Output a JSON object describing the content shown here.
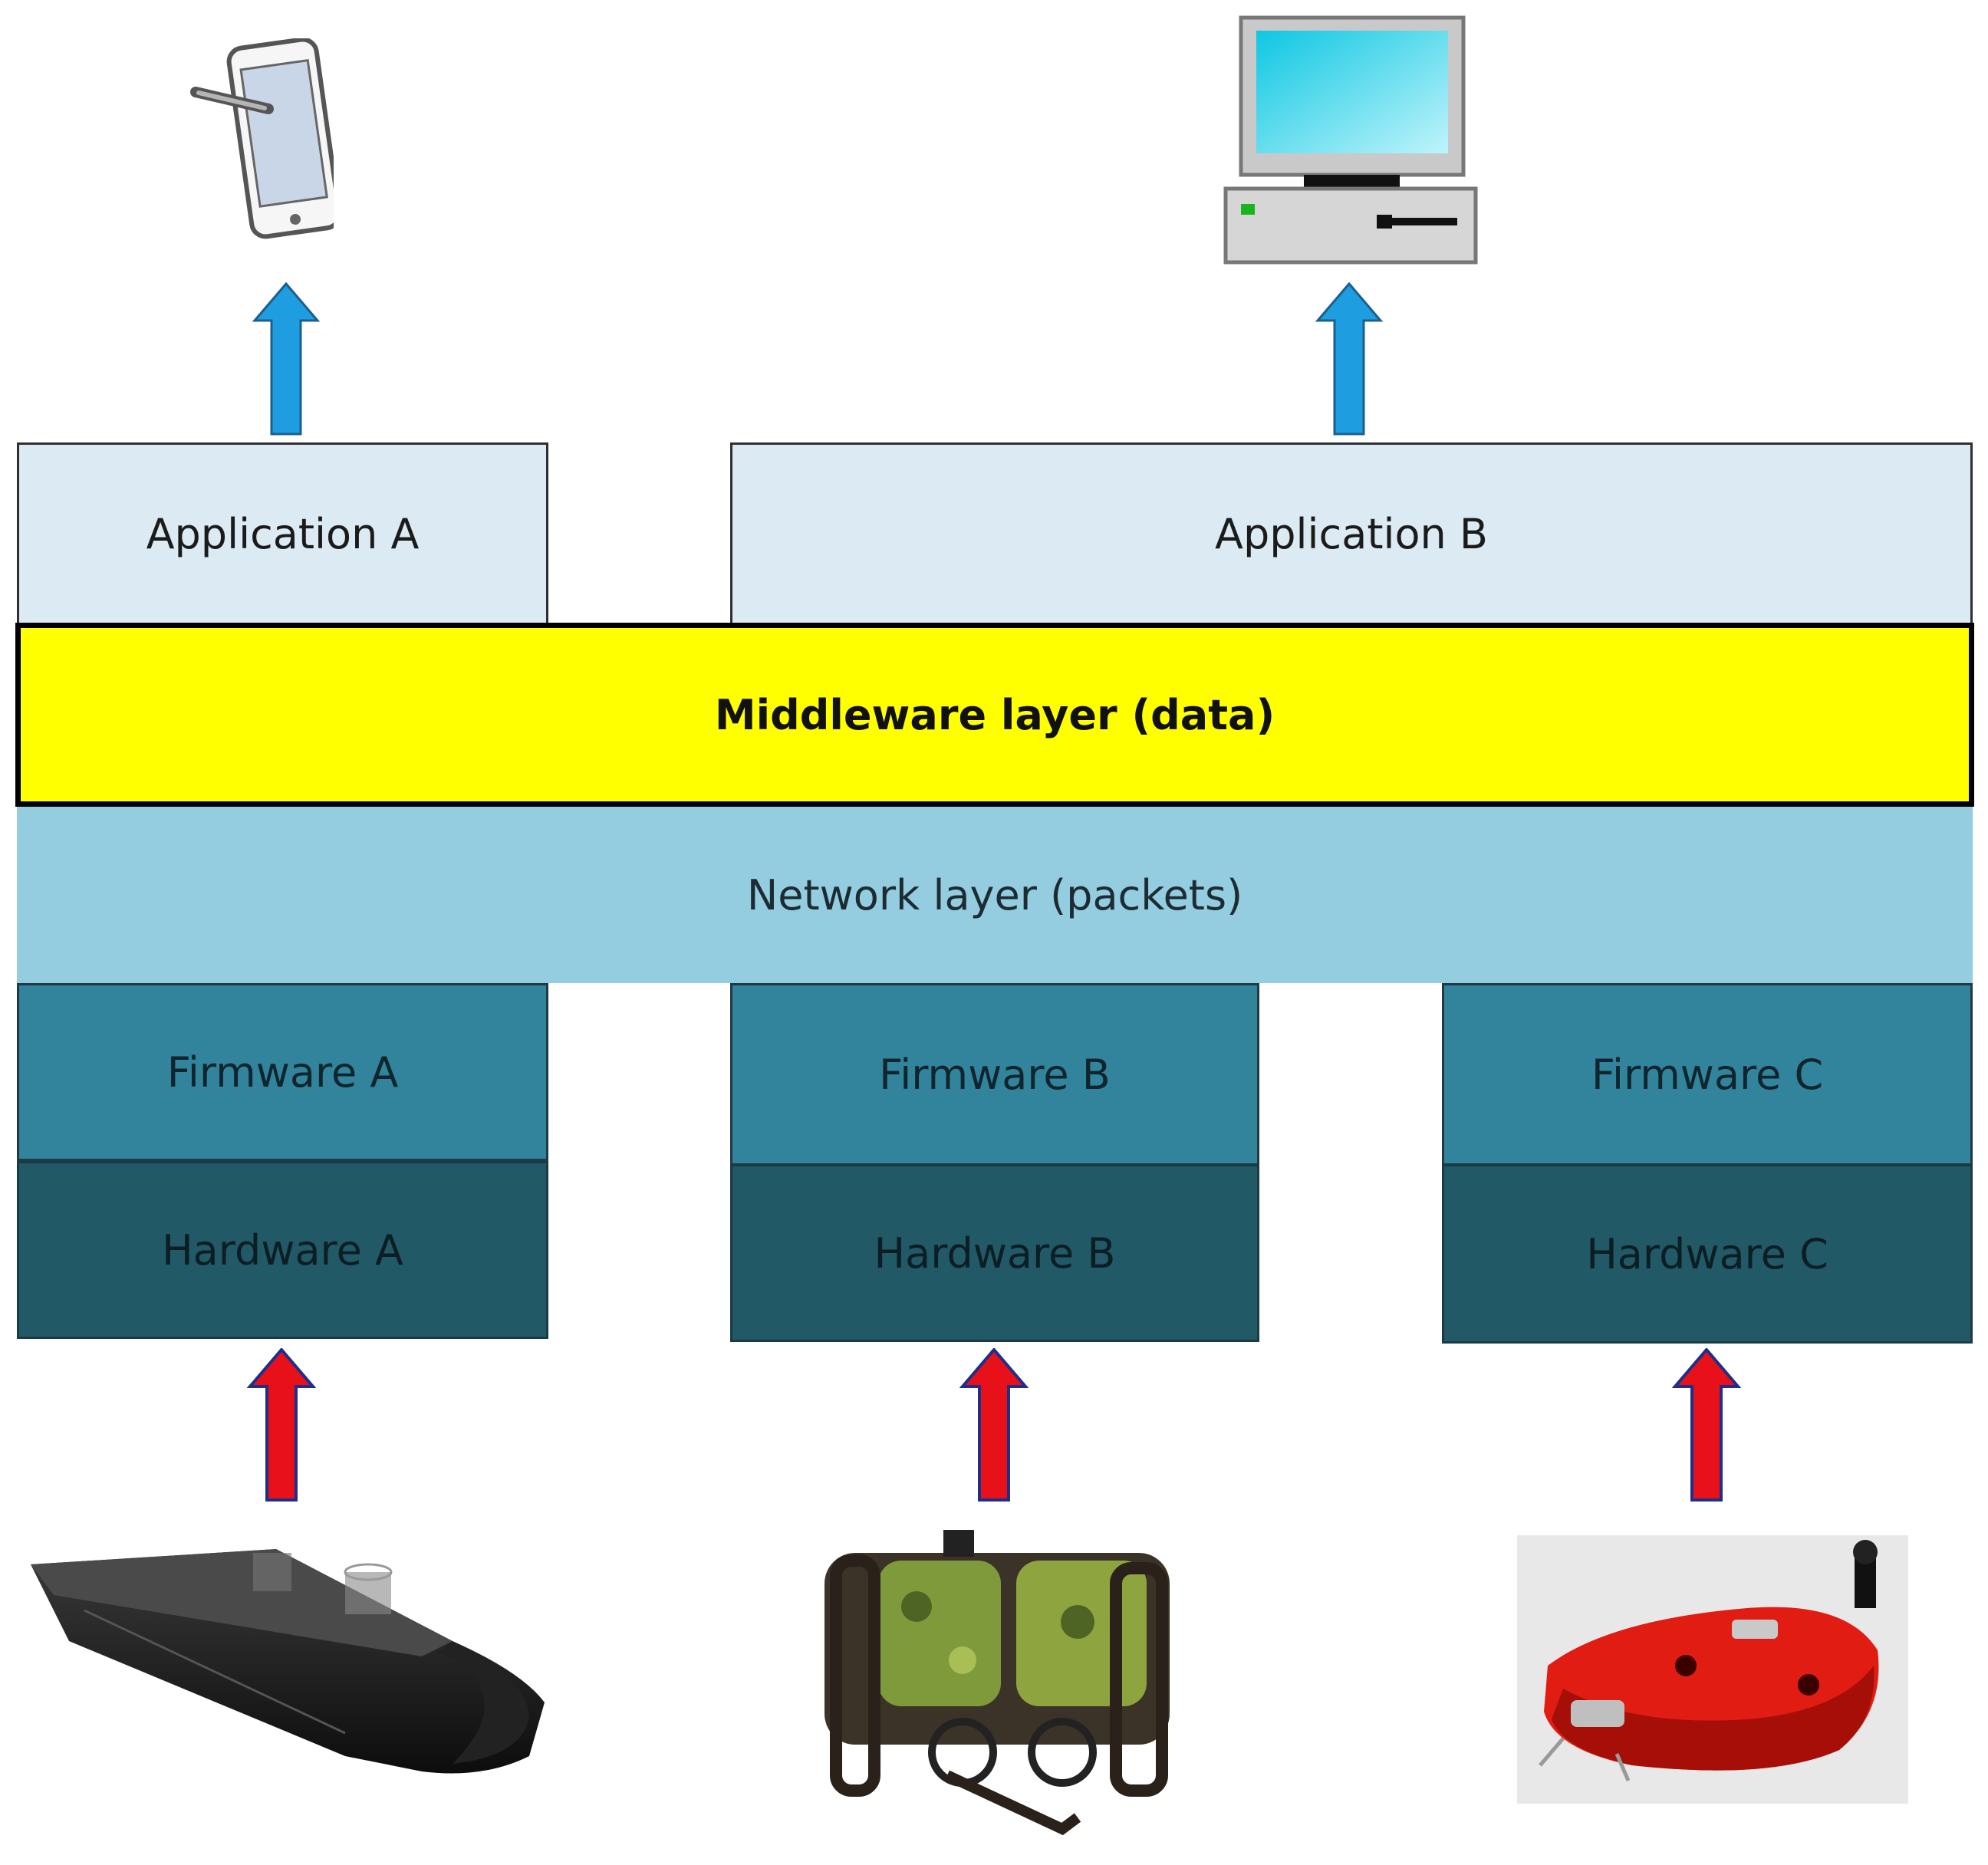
{
  "layers": {
    "application_a": "Application A",
    "application_b": "Application B",
    "middleware": "Middleware layer (data)",
    "network": "Network layer (packets)",
    "firmware_a": "Firmware A",
    "firmware_b": "Firmware B",
    "firmware_c": "Firmware C",
    "hardware_a": "Hardware A",
    "hardware_b": "Hardware B",
    "hardware_c": "Hardware C"
  },
  "devices": {
    "top": [
      "tablet-icon",
      "desktop-computer-icon"
    ],
    "bottom": [
      "underwater-vehicle-a",
      "underwater-vehicle-b",
      "underwater-vehicle-c"
    ]
  },
  "colors": {
    "application": "#dcebf3",
    "middleware": "#ffff00",
    "network": "#93cddf",
    "firmware": "#31849b",
    "hardware": "#215967",
    "up_arrow_app": "#1e9de0",
    "up_arrow_hw": "#e8111a"
  }
}
